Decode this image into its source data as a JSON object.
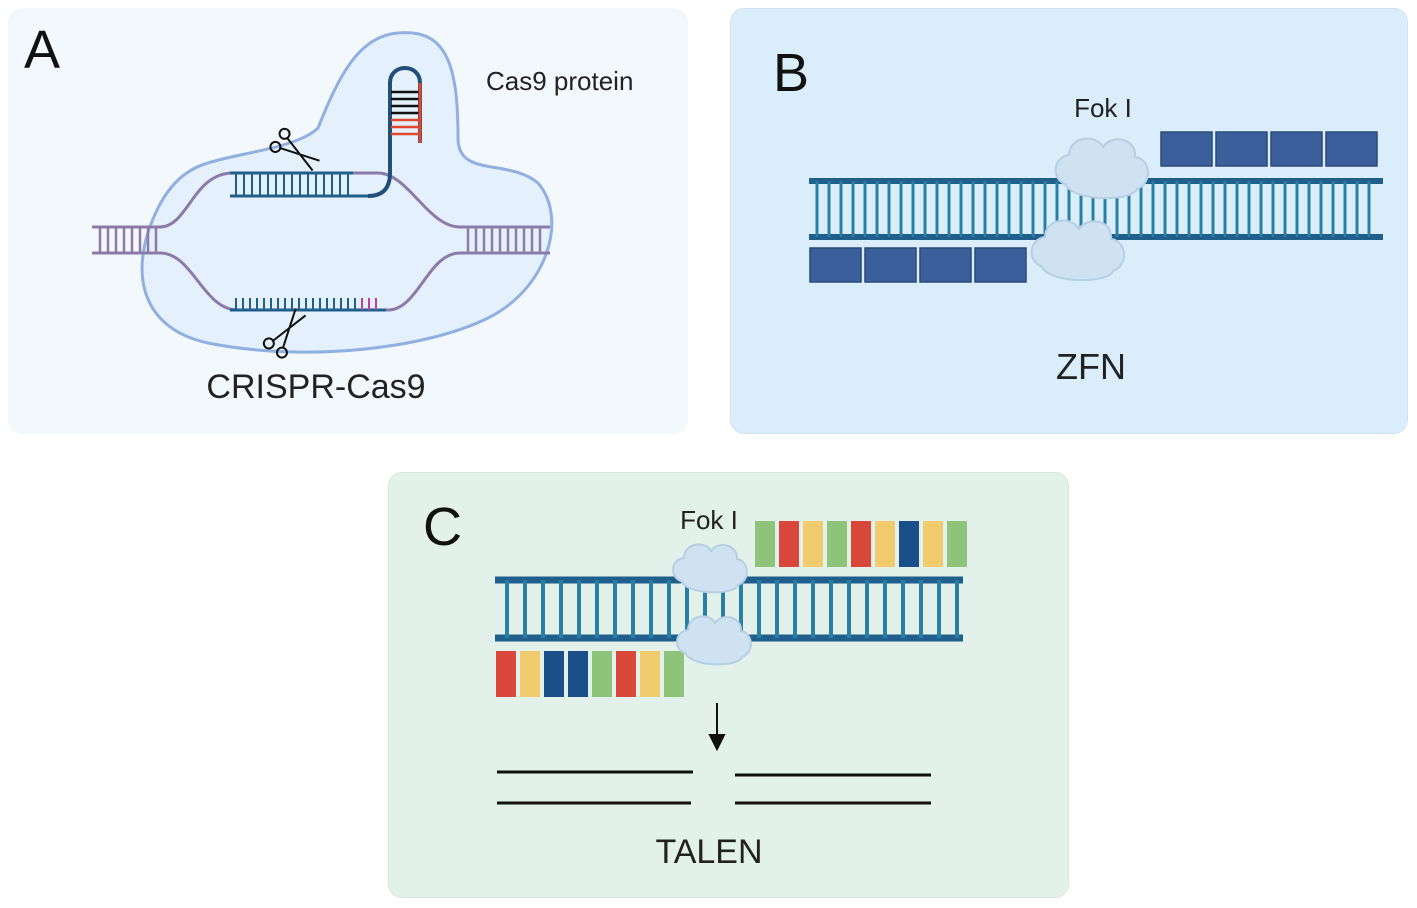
{
  "panels": {
    "a": {
      "letter": "A",
      "protein_label": "Cas9 protein",
      "title": "CRISPR-Cas9"
    },
    "b": {
      "letter": "B",
      "nuclease_label": "Fok I",
      "title": "ZFN"
    },
    "c": {
      "letter": "C",
      "nuclease_label": "Fok I",
      "title": "TALEN"
    }
  },
  "colors": {
    "dna_blue": "#1f5f8b",
    "rung_blue": "#2a7fa6",
    "cas9_outline": "#8fb0e0",
    "cas9_fill": "#e4f0fb",
    "strand_purple": "#8c7aa8",
    "guide_red": "#e0472b",
    "pam_magenta": "#c43aa8",
    "zinc_finger": "#3a5f9a",
    "tale_red": "#d9473b",
    "tale_yellow": "#f1cc6e",
    "tale_green": "#8ec47a",
    "tale_navy": "#1b4f8a"
  },
  "icons": [
    "scissors-icon",
    "fok1-cloud-icon",
    "down-arrow-icon"
  ]
}
